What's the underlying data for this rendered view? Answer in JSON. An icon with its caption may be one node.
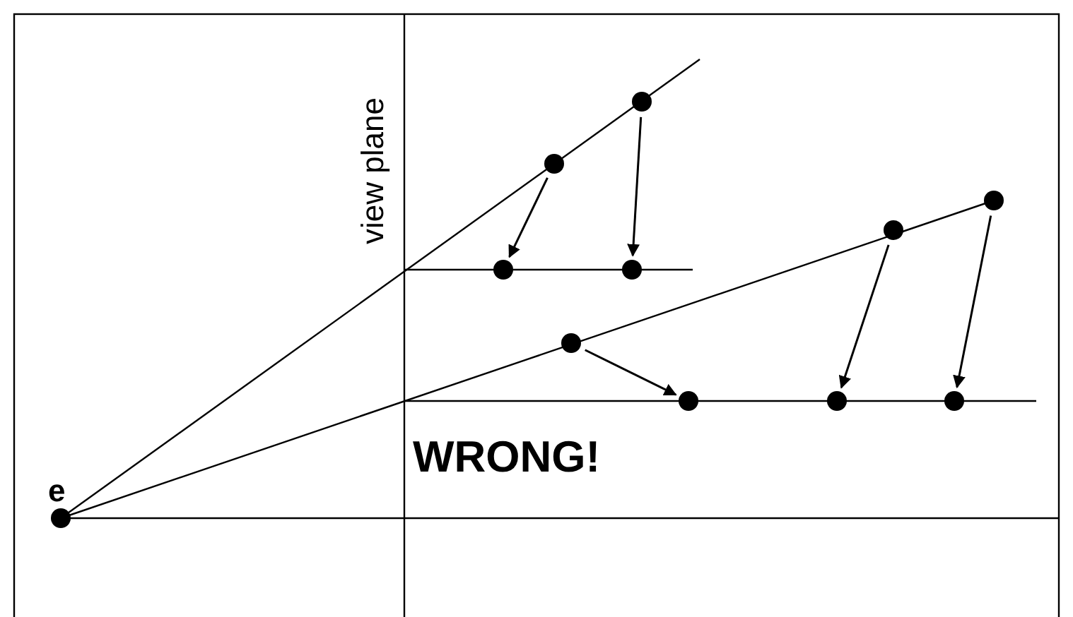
{
  "diagram": {
    "nodes": [
      {
        "text": [],
        "shape": "circle"
      },
      {
        "text": [],
        "shape": "circle"
      },
      {
        "text": [],
        "shape": "circle"
      },
      {
        "text": [],
        "shape": "circle"
      },
      {
        "text": [],
        "shape": "circle"
      },
      {
        "text": [],
        "shape": "circle"
      },
      {
        "text": [],
        "shape": "circle"
      },
      {
        "text": [],
        "shape": "circle"
      },
      {
        "text": [],
        "shape": "circle"
      },
      {
        "text": [],
        "shape": "circle"
      },
      {
        "text": [],
        "shape": "circle",
        "beside": [
          "e"
        ]
      }
    ],
    "edges": [
      {
        "from": 1,
        "to": 4,
        "arrow": "to"
      },
      {
        "from": 0,
        "to": 5,
        "arrow": "to"
      },
      {
        "from": 6,
        "to": 7,
        "arrow": "to"
      },
      {
        "from": 3,
        "to": 8,
        "arrow": "to"
      },
      {
        "from": 2,
        "to": 9,
        "arrow": "to"
      }
    ],
    "labels": [
      "view plane",
      "WRONG!"
    ]
  }
}
